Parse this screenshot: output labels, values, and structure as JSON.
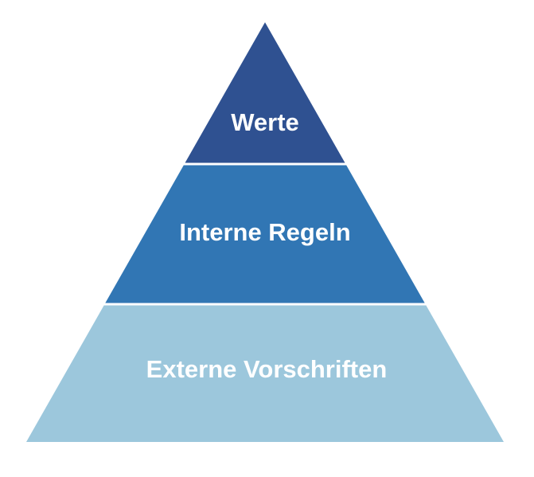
{
  "pyramid": {
    "background_color": "#ffffff",
    "label_color": "#ffffff",
    "separator_color": "#ffffff",
    "levels": [
      {
        "label": "Werte",
        "color": "#2F5191"
      },
      {
        "label": "Interne Regeln",
        "color": "#3176B4"
      },
      {
        "label": "Externe Vorschriften",
        "color": "#9CC7DC"
      }
    ]
  }
}
